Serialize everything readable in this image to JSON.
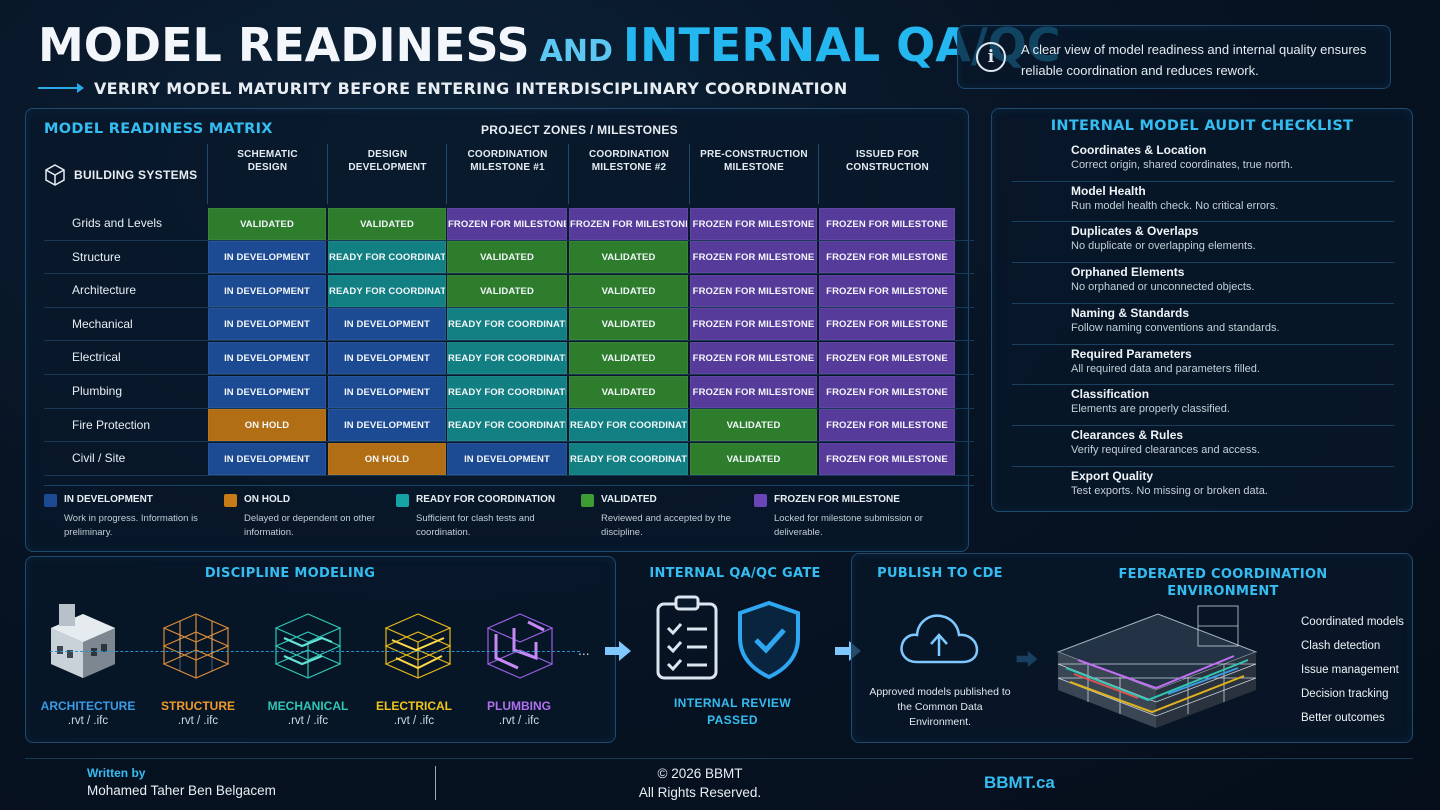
{
  "header": {
    "title_part1": "MODEL READINESS",
    "title_and": "AND",
    "title_part2": "INTERNAL QA/QC",
    "subtitle": "VERIRY MODEL MATURITY BEFORE ENTERING INTERDISCIPLINARY COORDINATION",
    "info_text": "A clear view of model readiness and internal quality ensures reliable coordination and reduces rework."
  },
  "matrix": {
    "title": "MODEL READINESS MATRIX",
    "zones_title": "PROJECT ZONES / MILESTONES",
    "systems_label": "BUILDING SYSTEMS",
    "columns": [
      {
        "line1": "SCHEMATIC",
        "line2": "DESIGN",
        "icon": "pencil-icon"
      },
      {
        "line1": "DESIGN",
        "line2": "DEVELOPMENT",
        "icon": "blueprint-icon"
      },
      {
        "line1": "COORDINATION",
        "line2": "MILESTONE #1",
        "icon": "team-icon"
      },
      {
        "line1": "COORDINATION",
        "line2": "MILESTONE #2",
        "icon": "team-icon"
      },
      {
        "line1": "PRE-CONSTRUCTION",
        "line2": "MILESTONE",
        "icon": "calendar-icon"
      },
      {
        "line1": "ISSUED FOR",
        "line2": "CONSTRUCTION",
        "icon": "document-icon"
      }
    ],
    "rows": [
      {
        "label": "Grids and Levels",
        "icon": "grid-icon",
        "icon_color": "#4aa3e8",
        "cells": [
          "VALIDATED",
          "VALIDATED",
          "FROZEN FOR MILESTONE",
          "FROZEN FOR MILESTONE",
          "FROZEN FOR MILESTONE",
          "FROZEN FOR MILESTONE"
        ]
      },
      {
        "label": "Structure",
        "icon": "beam-icon",
        "icon_color": "#9b6cf0",
        "cells": [
          "IN DEVELOPMENT",
          "READY FOR COORDINATION",
          "VALIDATED",
          "VALIDATED",
          "FROZEN FOR MILESTONE",
          "FROZEN FOR MILESTONE"
        ]
      },
      {
        "label": "Architecture",
        "icon": "house-icon",
        "icon_color": "#e3605c",
        "cells": [
          "IN DEVELOPMENT",
          "READY FOR COORDINATION",
          "VALIDATED",
          "VALIDATED",
          "FROZEN FOR MILESTONE",
          "FROZEN FOR MILESTONE"
        ]
      },
      {
        "label": "Mechanical",
        "icon": "fan-icon",
        "icon_color": "#2fc0b3",
        "cells": [
          "IN DEVELOPMENT",
          "IN DEVELOPMENT",
          "READY FOR COORDINATION",
          "VALIDATED",
          "FROZEN FOR MILESTONE",
          "FROZEN FOR MILESTONE"
        ]
      },
      {
        "label": "Electrical",
        "icon": "bolt-icon",
        "icon_color": "#f2c21a",
        "cells": [
          "IN DEVELOPMENT",
          "IN DEVELOPMENT",
          "READY FOR COORDINATION",
          "VALIDATED",
          "FROZEN FOR MILESTONE",
          "FROZEN FOR MILESTONE"
        ]
      },
      {
        "label": "Plumbing",
        "icon": "faucet-icon",
        "icon_color": "#33a6e6",
        "cells": [
          "IN DEVELOPMENT",
          "IN DEVELOPMENT",
          "READY FOR COORDINATION",
          "VALIDATED",
          "FROZEN FOR MILESTONE",
          "FROZEN FOR MILESTONE"
        ]
      },
      {
        "label": "Fire Protection",
        "icon": "sprinkler-icon",
        "icon_color": "#e0423c",
        "cells": [
          "ON HOLD",
          "IN DEVELOPMENT",
          "READY FOR COORDINATION",
          "READY FOR COORDINATION",
          "VALIDATED",
          "FROZEN FOR MILESTONE"
        ]
      },
      {
        "label": "Civil / Site",
        "icon": "terrain-icon",
        "icon_color": "#5fc25a",
        "cells": [
          "IN DEVELOPMENT",
          "ON HOLD",
          "IN DEVELOPMENT",
          "READY FOR COORDINATION",
          "VALIDATED",
          "FROZEN FOR MILESTONE"
        ]
      }
    ],
    "status_colors": {
      "IN DEVELOPMENT": "#1c4a93",
      "ON HOLD": "#b26e14",
      "READY FOR COORDINATION": "#127f83",
      "VALIDATED": "#2d7d2d",
      "FROZEN FOR MILESTONE": "#573b9b"
    },
    "legend": [
      {
        "name": "IN DEVELOPMENT",
        "color": "#1c4a93",
        "desc": "Work in progress. Information is preliminary."
      },
      {
        "name": "ON HOLD",
        "color": "#c67b16",
        "desc": "Delayed or dependent on other information."
      },
      {
        "name": "READY FOR COORDINATION",
        "color": "#16a3a6",
        "desc": "Sufficient for clash tests and coordination."
      },
      {
        "name": "VALIDATED",
        "color": "#3c9b32",
        "desc": "Reviewed and accepted by the discipline."
      },
      {
        "name": "FROZEN FOR MILESTONE",
        "color": "#6a45b8",
        "desc": "Locked for milestone submission or deliverable."
      }
    ]
  },
  "audit": {
    "title": "INTERNAL MODEL AUDIT CHECKLIST",
    "items": [
      {
        "name": "Coordinates & Location",
        "desc": "Correct origin, shared coordinates, true north.",
        "icon": "target-icon"
      },
      {
        "name": "Model Health",
        "desc": "Run model health check. No critical errors.",
        "icon": "pulse-icon"
      },
      {
        "name": "Duplicates & Overlaps",
        "desc": "No duplicate or overlapping elements.",
        "icon": "cubes-icon"
      },
      {
        "name": "Orphaned Elements",
        "desc": "No orphaned or unconnected objects.",
        "icon": "link-icon"
      },
      {
        "name": "Naming & Standards",
        "desc": "Follow naming conventions and standards.",
        "icon": "document-icon"
      },
      {
        "name": "Required Parameters",
        "desc": "All required data and parameters filled.",
        "icon": "table-icon"
      },
      {
        "name": "Classification",
        "desc": "Elements are properly classified.",
        "icon": "tag-icon"
      },
      {
        "name": "Clearances & Rules",
        "desc": "Verify required clearances and access.",
        "icon": "door-icon"
      },
      {
        "name": "Export Quality",
        "desc": "Test exports. No missing or broken data.",
        "icon": "export-icon"
      }
    ]
  },
  "workflow": {
    "discipline_title": "DISCIPLINE MODELING",
    "disciplines": [
      {
        "name": "ARCHITECTURE",
        "formats": ".rvt / .ifc",
        "color": "#3a9be6"
      },
      {
        "name": "STRUCTURE",
        "formats": ".rvt / .ifc",
        "color": "#f09a2a"
      },
      {
        "name": "MECHANICAL",
        "formats": ".rvt / .ifc",
        "color": "#2fc6b5"
      },
      {
        "name": "ELECTRICAL",
        "formats": ".rvt / .ifc",
        "color": "#f0c419"
      },
      {
        "name": "PLUMBING",
        "formats": ".rvt / .ifc",
        "color": "#b070f0"
      }
    ],
    "ellipsis": "...",
    "gate_title": "INTERNAL QA/QC GATE",
    "gate_passed_line1": "INTERNAL REVIEW",
    "gate_passed_line2": "PASSED",
    "publish_title": "PUBLISH TO CDE",
    "publish_note": "Approved models published to the Common Data Environment.",
    "federated_title_line1": "FEDERATED COORDINATION",
    "federated_title_line2": "ENVIRONMENT",
    "benefits": [
      "Coordinated models",
      "Clash detection",
      "Issue management",
      "Decision tracking",
      "Better outcomes"
    ]
  },
  "footer": {
    "written_by_label": "Written by",
    "author": "Mohamed Taher Ben Belgacem",
    "copyright_line1": "© 2026 BBMT",
    "copyright_line2": "All Rights Reserved.",
    "website": "BBMT.ca"
  },
  "colors": {
    "accent": "#35bdf2",
    "check_green": "#7bd13a"
  }
}
